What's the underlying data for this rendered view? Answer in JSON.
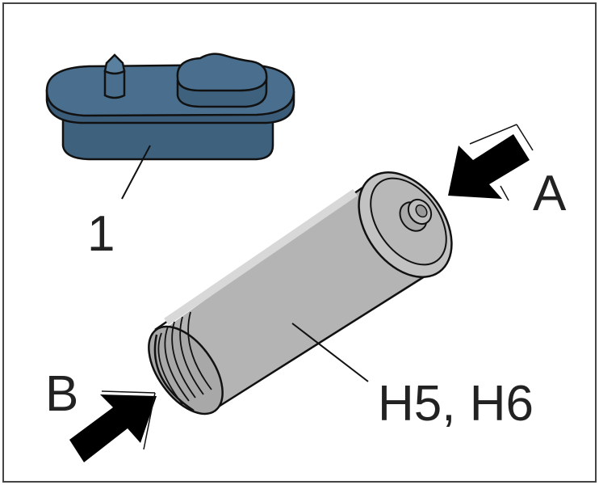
{
  "labels": {
    "part_number": "1",
    "end_a": "A",
    "end_b": "B",
    "cartridge": "H5, H6"
  },
  "colors": {
    "frame": "#444444",
    "cap_top": "#4a6f8e",
    "cap_side": "#3e617e",
    "cylinder_body": "#b4b4b4",
    "cylinder_end": "#c2c2c2",
    "arrow": "#000000",
    "label_text": "#222222"
  },
  "icons": {
    "arrow_a": "insertion-arrow-icon",
    "arrow_b": "insertion-arrow-icon"
  }
}
